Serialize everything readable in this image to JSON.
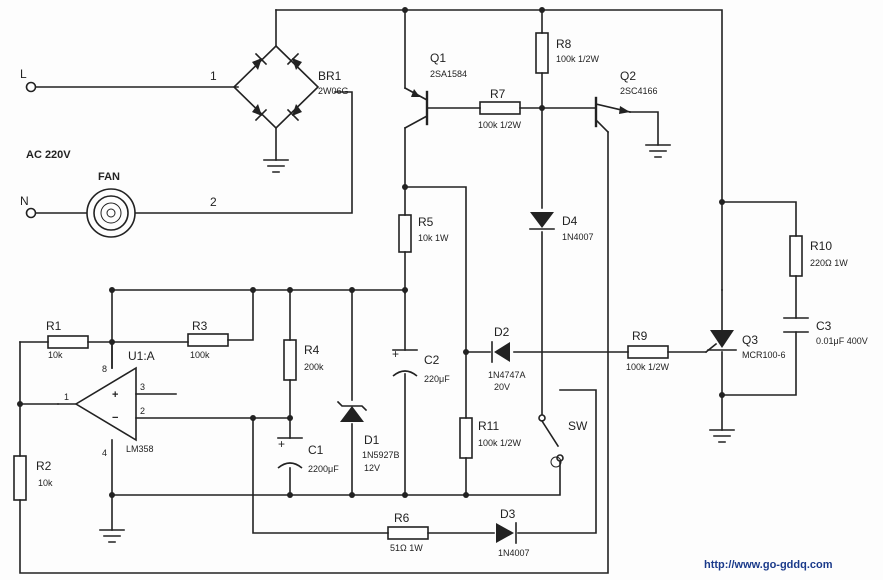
{
  "terminals": {
    "l": "L",
    "n": "N",
    "ac": "AC 220V",
    "fan": "FAN",
    "wire1": "1",
    "wire2": "2"
  },
  "br1": {
    "ref": "BR1",
    "value": "2W06G"
  },
  "q1": {
    "ref": "Q1",
    "value": "2SA1584"
  },
  "q2": {
    "ref": "Q2",
    "value": "2SC4166"
  },
  "q3": {
    "ref": "Q3",
    "value": "MCR100-6"
  },
  "r1": {
    "ref": "R1",
    "value": "10k"
  },
  "r2": {
    "ref": "R2",
    "value": "10k"
  },
  "r3": {
    "ref": "R3",
    "value": "100k"
  },
  "r4": {
    "ref": "R4",
    "value": "200k"
  },
  "r5": {
    "ref": "R5",
    "value": "10k  1W"
  },
  "r6": {
    "ref": "R6",
    "value": "51Ω  1W"
  },
  "r7": {
    "ref": "R7",
    "value": "100k  1/2W"
  },
  "r8": {
    "ref": "R8",
    "value": "100k  1/2W"
  },
  "r9": {
    "ref": "R9",
    "value": "100k 1/2W"
  },
  "r10": {
    "ref": "R10",
    "value": "220Ω  1W"
  },
  "r11": {
    "ref": "R11",
    "value": "100k 1/2W"
  },
  "c1": {
    "ref": "C1",
    "value": "2200μF"
  },
  "c2": {
    "ref": "C2",
    "value": "220μF"
  },
  "c3": {
    "ref": "C3",
    "value": "0.01μF 400V"
  },
  "d1": {
    "ref": "D1",
    "value": "1N5927B",
    "value2": "12V"
  },
  "d2": {
    "ref": "D2",
    "value": "1N4747A",
    "value2": "20V"
  },
  "d3": {
    "ref": "D3",
    "value": "1N4007"
  },
  "d4": {
    "ref": "D4",
    "value": "1N4007"
  },
  "u1": {
    "ref": "U1:A",
    "value": "LM358",
    "pin8": "8",
    "pin3": "3",
    "pin2": "2",
    "pin1": "1",
    "pin4": "4",
    "plus": "+",
    "minus": "−"
  },
  "sw": {
    "ref": "SW"
  },
  "plus_sign": "+",
  "watermark": "http://www.go-gddq.com"
}
